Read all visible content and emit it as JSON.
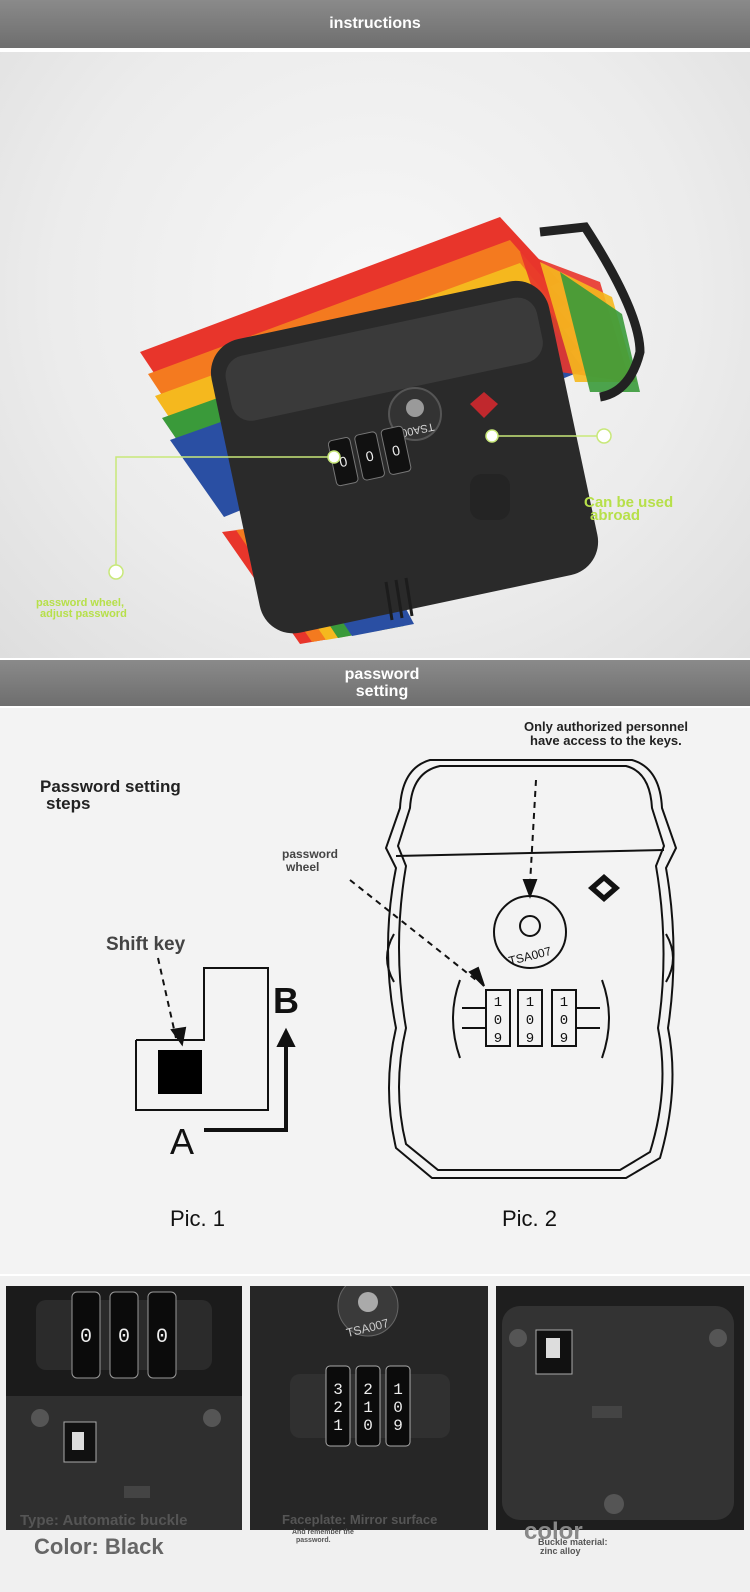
{
  "sections": {
    "top_title": "instructions",
    "mid_title_line1": "password",
    "mid_title_line2": "setting"
  },
  "photo_callouts": {
    "wheel_line1": "password wheel,",
    "wheel_line2": "adjust password",
    "abroad_line1": "Can be used",
    "abroad_line2": "abroad"
  },
  "lock_marking": "TSA007",
  "diagram": {
    "steps_line1": "Password setting",
    "steps_line2": "steps",
    "shift_key": "Shift key",
    "label_a": "A",
    "label_b": "B",
    "pic1": "Pic. 1",
    "pic2": "Pic. 2",
    "wheel_label_line1": "password",
    "wheel_label_line2": "wheel",
    "keys_line1": "Only authorized personnel",
    "keys_line2": "have access to the keys."
  },
  "bottom": {
    "type_caption": "Type: Automatic buckle",
    "color_caption": "Color: Black",
    "faceplate_caption": "Faceplate: Mirror surface",
    "remember_line1": "And remember the",
    "remember_line2": "password.",
    "color_word": "color",
    "material_line1": "Buckle material:",
    "material_line2": "zinc alloy"
  },
  "colors": {
    "band_gray": "#777777",
    "callout_green": "#b7e04a",
    "strap": [
      "#e8352b",
      "#f47a1f",
      "#f5b81e",
      "#3a9a3a",
      "#2a4fa3"
    ]
  }
}
